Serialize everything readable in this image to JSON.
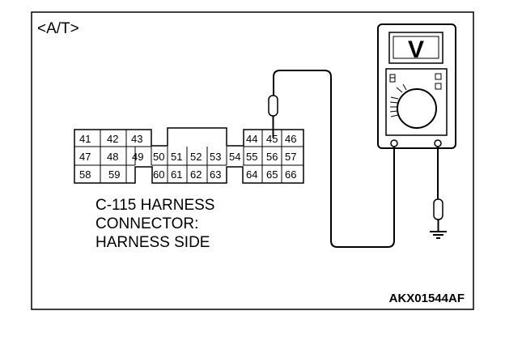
{
  "mode_label": "<A/T>",
  "connector": {
    "pins": {
      "p41": "41",
      "p42": "42",
      "p43": "43",
      "p44": "44",
      "p45": "45",
      "p46": "46",
      "p47": "47",
      "p48": "48",
      "p49": "49",
      "p50": "50",
      "p51": "51",
      "p52": "52",
      "p53": "53",
      "p54": "54",
      "p55": "55",
      "p56": "56",
      "p57": "57",
      "p58": "58",
      "p59": "59",
      "p60": "60",
      "p61": "61",
      "p62": "62",
      "p63": "63",
      "p64": "64",
      "p65": "65",
      "p66": "66"
    },
    "label_lines": [
      "C-115 HARNESS",
      "CONNECTOR:",
      "HARNESS SIDE"
    ]
  },
  "meter": {
    "display_symbol": "V"
  },
  "figure_code": "AKX01544AF"
}
